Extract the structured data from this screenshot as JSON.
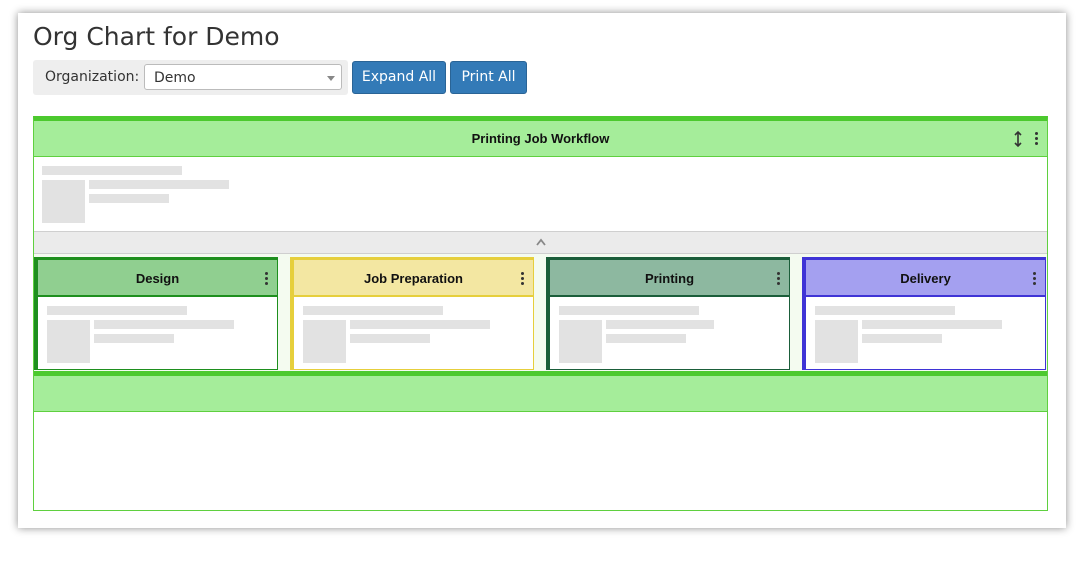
{
  "page": {
    "title": "Org Chart for Demo"
  },
  "toolbar": {
    "org_label": "Organization:",
    "org_value": "Demo",
    "expand_all": "Expand All",
    "print_all": "Print All"
  },
  "workflow": {
    "title": "Printing Job Workflow"
  },
  "cards": [
    {
      "title": "Design",
      "border_color": "#1e8f1e",
      "header_bg": "#90cf90"
    },
    {
      "title": "Job Preparation",
      "border_color": "#e6cf3c",
      "header_bg": "#f3e7a2"
    },
    {
      "title": "Printing",
      "border_color": "#1b5e3a",
      "header_bg": "#8db8a0"
    },
    {
      "title": "Delivery",
      "border_color": "#3f34d6",
      "header_bg": "#a4a0f0"
    }
  ],
  "colors": {
    "accent": "#337ab7",
    "workflow_green": "#4cc92e",
    "workflow_header": "#a5ed9a"
  }
}
